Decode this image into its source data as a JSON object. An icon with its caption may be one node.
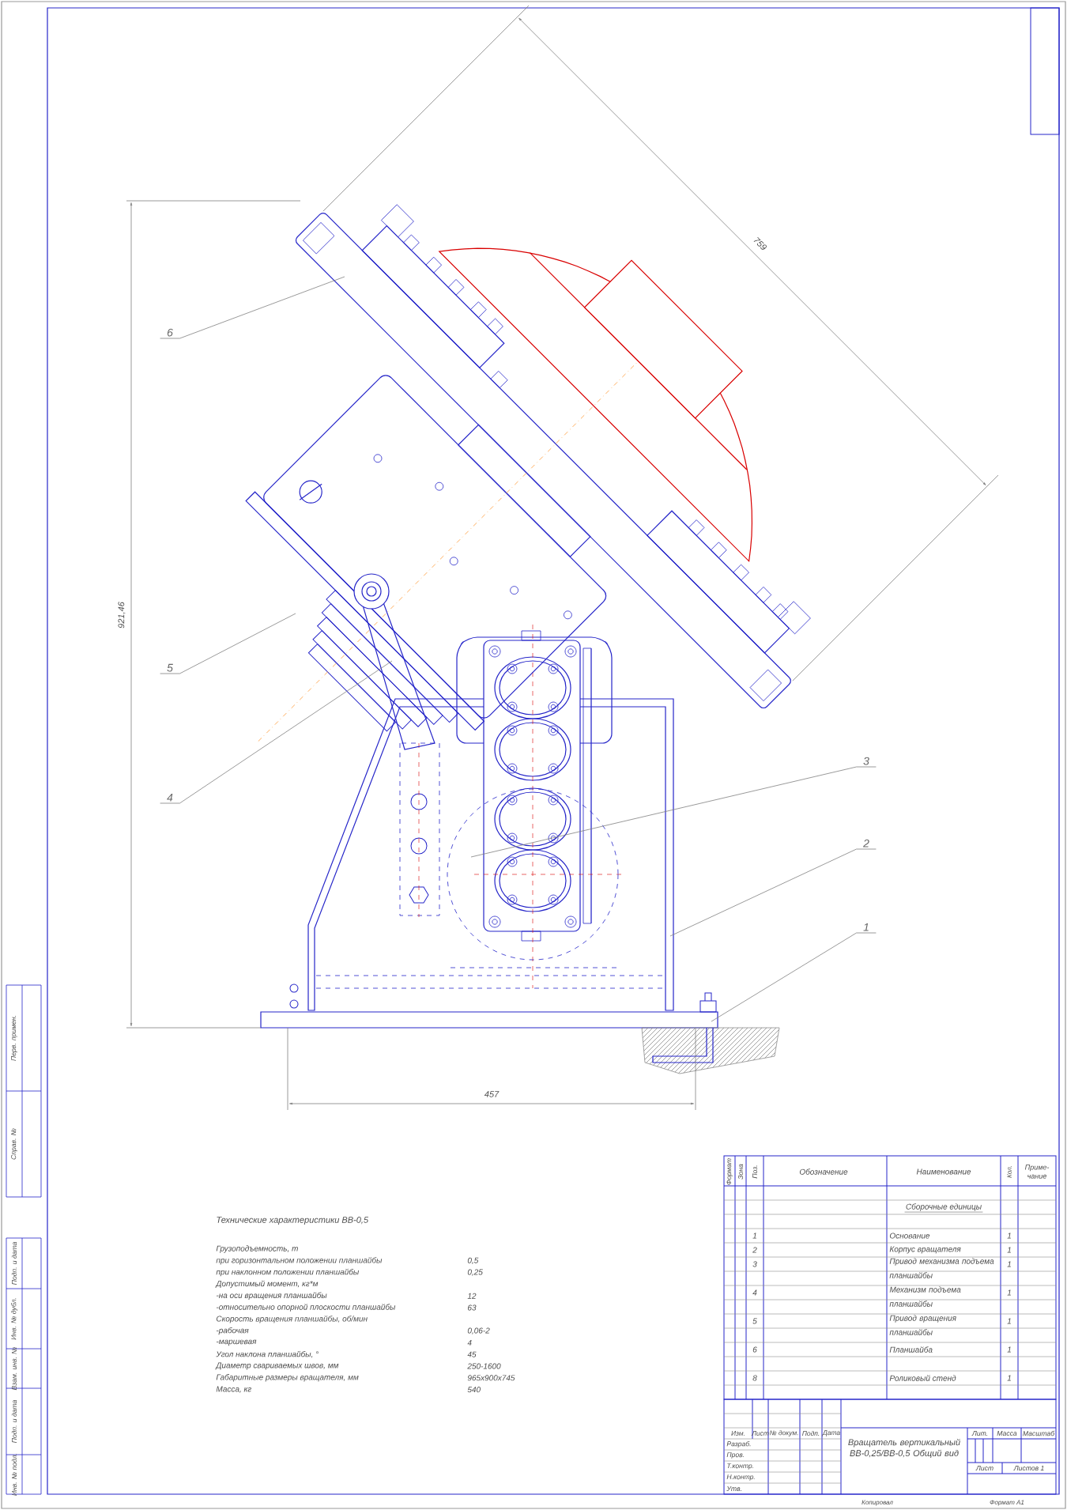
{
  "diagram": {
    "nodes": [
      {
        "text": [
          "6"
        ]
      },
      {
        "text": [
          "5"
        ]
      },
      {
        "text": [
          "4"
        ]
      },
      {
        "text": [
          "3"
        ]
      },
      {
        "text": [
          "2"
        ]
      },
      {
        "text": [
          "1"
        ]
      }
    ],
    "edges": [
      {
        "from": 0,
        "to": null,
        "arrow": "none"
      },
      {
        "from": 1,
        "to": null,
        "arrow": "none"
      },
      {
        "from": 2,
        "to": null,
        "arrow": "none"
      },
      {
        "from": 3,
        "to": null,
        "arrow": "none"
      },
      {
        "from": 4,
        "to": null,
        "arrow": "none"
      },
      {
        "from": 5,
        "to": null,
        "arrow": "none"
      }
    ],
    "labels": [
      "Технические характеристики ВВ-0,5",
      "Грузоподъемность, т",
      "при горизонтальном положении планшайбы",
      "0,5",
      "при наклонном положении планшайбы",
      "0,25",
      "Допустимый момент, кг*м",
      "-на оси вращения планшайбы",
      "12",
      "-относительно опорной плоскости планшайбы",
      "63",
      "Скорость вращения планшайбы, об/мин",
      "-рабочая",
      "0,06-2",
      "-маршевая",
      "4",
      "Угол наклона планшайбы, °",
      "45",
      "Диаметр свариваемых швов, мм",
      "250-1600",
      "Габаритные размеры вращателя, мм",
      "965х900х745",
      "Масса, кг",
      "540",
      "Формат",
      "Зона",
      "Поз.",
      "Обозначение",
      "Наименование",
      "Кол.",
      "Приме- чание",
      "Сборочные единицы",
      "1",
      "Основание",
      "1",
      "2",
      "Корпус вращателя",
      "1",
      "3",
      "Привод механизма подъема планшайбы",
      "1",
      "4",
      "Механизм подъема планшайбы",
      "1",
      "5",
      "Привод вращения планшайбы",
      "1",
      "6",
      "Планшайба",
      "1",
      "8",
      "Роликовый стенд",
      "1",
      "Изм.",
      "Лист",
      "№ докум.",
      "Подп.",
      "Дата",
      "Разраб.",
      "Пров.",
      "Т.контр.",
      "Н.контр.",
      "Утв.",
      "Вращатель вертикальный ВВ-0,25/ВВ-0,5 Общий вид",
      "Лит.",
      "Масса",
      "Масштаб",
      "Лист",
      "Листов 1",
      "Копировал",
      "Формат А1",
      "Перв. примен.",
      "Справ. №",
      "Подп. и дата",
      "Инв. № дубл.",
      "Взам. инв. №",
      "Подп. и дата",
      "Инв. № подл.",
      "921,46",
      "759",
      "457"
    ]
  }
}
